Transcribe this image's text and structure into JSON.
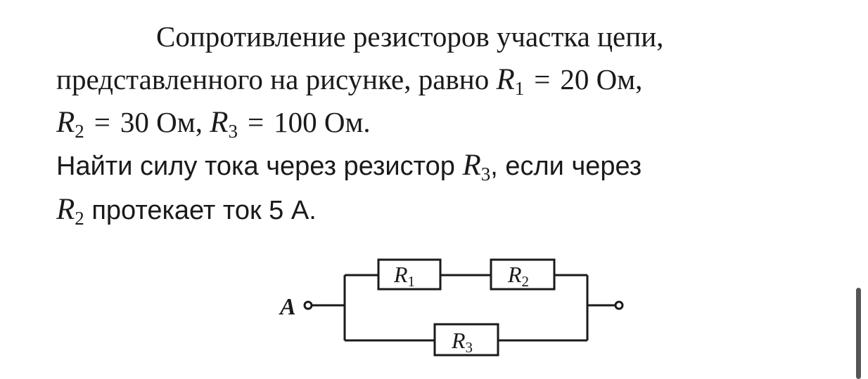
{
  "problem": {
    "line1": {
      "text": "Сопротивление резисторов участка цепи,"
    },
    "line2": {
      "text_before": "представленного на рисунке, равно ",
      "r1_sym": "R",
      "r1_sub": "1",
      "eq": "=",
      "r1_val": "20 Ом,"
    },
    "line3": {
      "r2_sym": "R",
      "r2_sub": "2",
      "eq": "=",
      "r2_val": "30 Ом,",
      "r3_sym": "R",
      "r3_sub": "3",
      "eq2": "=",
      "r3_val": "100 Ом."
    },
    "line4": {
      "text_before": "Найти силу тока через резистор ",
      "r3_sym": "R",
      "r3_sub": "3",
      "text_after": ", если через"
    },
    "line5": {
      "r2_sym": "R",
      "r2_sub": "2",
      "text_after": " протекает ток 5 А."
    }
  },
  "circuit": {
    "terminal_label": "A",
    "r1": {
      "sym": "R",
      "sub": "1"
    },
    "r2": {
      "sym": "R",
      "sub": "2"
    },
    "r3": {
      "sym": "R",
      "sub": "3"
    }
  },
  "colors": {
    "ink": "#1a1a1a",
    "background": "#ffffff",
    "scrollbar": "#555555"
  }
}
